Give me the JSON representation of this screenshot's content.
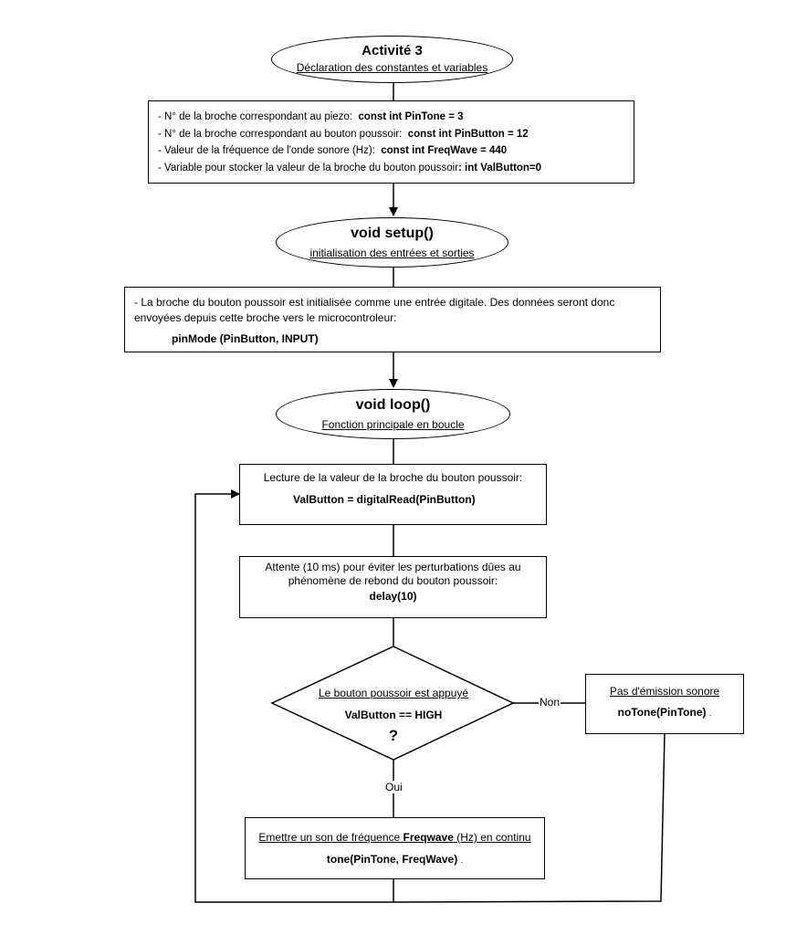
{
  "start": {
    "title": "Activité 3",
    "subtitle": "Déclaration des constantes et variables"
  },
  "declarations": [
    {
      "prefix": "- N° de la broche correspondant au piezo:",
      "code": "const int PinTone = 3"
    },
    {
      "prefix": "- N° de la broche correspondant au bouton poussoir:",
      "code": "const int PinButton = 12"
    },
    {
      "prefix": "- Valeur de la fréquence de l'onde sonore (Hz):",
      "code": "const int FreqWave = 440"
    },
    {
      "prefix": "- Variable pour stocker la valeur de la broche du bouton poussoir",
      "code": ":  int ValButton=0"
    }
  ],
  "setup": {
    "title": "void setup()",
    "subtitle": "initialisation des entrées et sorties"
  },
  "setup_box": {
    "text": "- La broche du bouton poussoir est initialisée comme une entrée digitale. Des données seront donc envoyées depuis cette broche vers le microcontroleur:",
    "code": "pinMode (PinButton, INPUT)"
  },
  "loop": {
    "title": "void loop()",
    "subtitle": "Fonction principale en boucle"
  },
  "read_box": {
    "text": "Lecture de la valeur de la broche du bouton poussoir:",
    "code": "ValButton = digitalRead(PinButton)"
  },
  "delay_box": {
    "text": "Attente (10 ms) pour éviter les perturbations dûes au phénomène de rebond du bouton poussoir:",
    "code": "delay(10)"
  },
  "decision": {
    "title": "Le bouton poussoir est appuyé",
    "code": "ValButton == HIGH",
    "mark": "?"
  },
  "branches": {
    "no": "Non",
    "yes": "Oui"
  },
  "no_box": {
    "title": "Pas d'émission sonore",
    "code": "noTone(PinTone)",
    "dot": "."
  },
  "tone_box": {
    "text_before": "Emettre un son de fréquence ",
    "text_keyword": "Freqwave",
    "text_after": " (Hz) en continu",
    "code": "tone(PinTone, FreqWave)",
    "dot": "."
  }
}
